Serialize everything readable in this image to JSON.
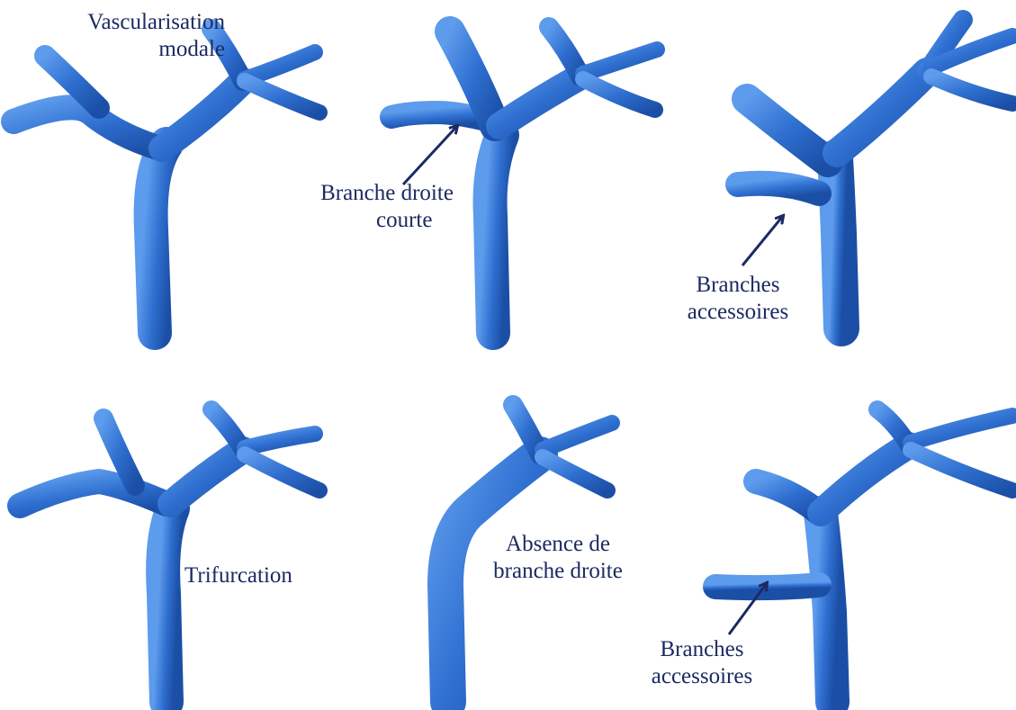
{
  "colors": {
    "vessel": "#2f6fd0",
    "vessel_light": "#5d9bec",
    "vessel_dark": "#1b4fa6",
    "label_text": "#1c2a63",
    "arrow": "#1c2a63",
    "background": "#ffffff"
  },
  "panels": [
    {
      "id": "vascularisation-modale",
      "lines": [
        "Vascularisation",
        "modale"
      ],
      "has_arrow": false
    },
    {
      "id": "branche-droite-courte",
      "lines": [
        "Branche droite",
        "courte"
      ],
      "has_arrow": true
    },
    {
      "id": "branches-accessoires-top",
      "lines": [
        "Branches",
        "accessoires"
      ],
      "has_arrow": true
    },
    {
      "id": "trifurcation",
      "lines": [
        "Trifurcation"
      ],
      "has_arrow": false
    },
    {
      "id": "absence-de-branche-droite",
      "lines": [
        "Absence de",
        "branche droite"
      ],
      "has_arrow": false
    },
    {
      "id": "branches-accessoires-bottom",
      "lines": [
        "Branches",
        "accessoires"
      ],
      "has_arrow": true
    }
  ]
}
